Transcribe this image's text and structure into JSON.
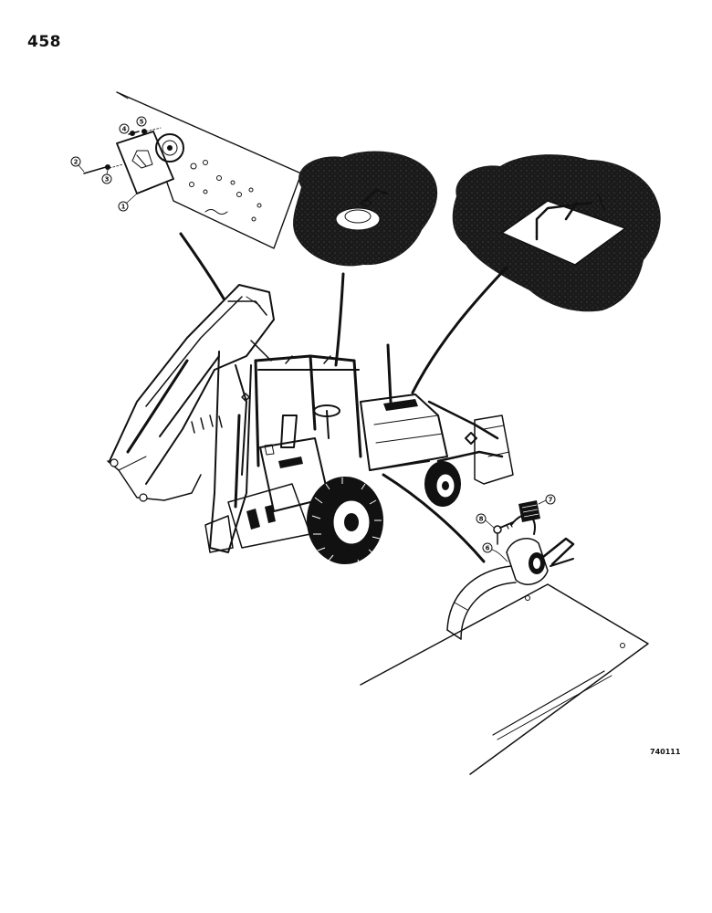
{
  "page": {
    "page_number": "458",
    "figure_number": "740111"
  },
  "callouts": [
    {
      "label": "1"
    },
    {
      "label": "2"
    },
    {
      "label": "3"
    },
    {
      "label": "4"
    },
    {
      "label": "5"
    },
    {
      "label": "6"
    },
    {
      "label": "7"
    },
    {
      "label": "8"
    }
  ],
  "colors": {
    "ink": "#111111",
    "paper": "#ffffff",
    "shadow": "#1a1a1a"
  }
}
